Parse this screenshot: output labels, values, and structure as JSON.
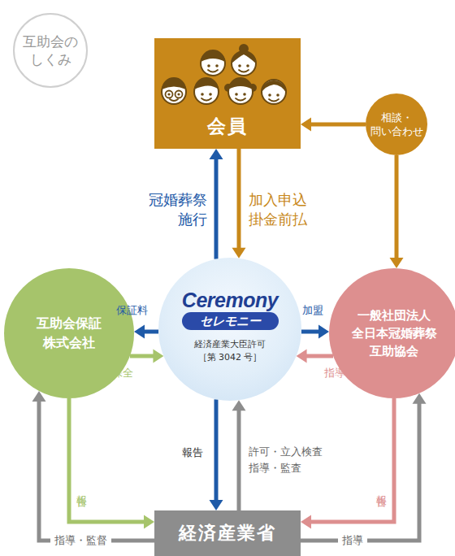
{
  "diagram": {
    "nodes": [
      {
        "text": [
          "互助会の しくみ"
        ]
      },
      {
        "text": [
          "会員"
        ]
      },
      {
        "text": [
          "相談・ 問い合わせ"
        ]
      },
      {
        "text": [
          "Ceremony",
          "セレモニー",
          "経済産業大臣許可 ［第 3042 号］"
        ]
      },
      {
        "text": [
          "互助会保証 株式会社"
        ]
      },
      {
        "text": [
          "一般社団法人 全日本冠婚葬祭 互助協会"
        ]
      },
      {
        "text": [
          "経済産業省"
        ]
      }
    ],
    "edges": [
      {
        "from": 3,
        "to": 1,
        "label": "冠婚葬祭 施行",
        "arrow": "to"
      },
      {
        "from": 1,
        "to": 3,
        "label": "加入申込 掛金前払",
        "arrow": "to"
      },
      {
        "from": 3,
        "to": 4,
        "label": "保証料",
        "arrow": "to"
      },
      {
        "from": 4,
        "to": 3,
        "label": "保全",
        "arrow": "to"
      },
      {
        "from": 3,
        "to": 5,
        "label": "加盟",
        "arrow": "to"
      },
      {
        "from": 5,
        "to": 3,
        "label": "指導",
        "arrow": "to"
      },
      {
        "from": 3,
        "to": 6,
        "label": "報告",
        "arrow": "to"
      },
      {
        "from": 6,
        "to": 3,
        "label": "許可・立入検査 指導・監査",
        "arrow": "to"
      },
      {
        "from": 4,
        "to": 6,
        "label": "報告",
        "arrow": "to"
      },
      {
        "from": 6,
        "to": 4,
        "label": "指導・監督",
        "arrow": "to"
      },
      {
        "from": 5,
        "to": 6,
        "label": "報告",
        "arrow": "to"
      },
      {
        "from": 6,
        "to": 5,
        "label": "指導",
        "arrow": "to"
      },
      {
        "from": 2,
        "to": 1,
        "arrow": "to"
      },
      {
        "from": 2,
        "to": 5,
        "arrow": "to"
      }
    ]
  }
}
